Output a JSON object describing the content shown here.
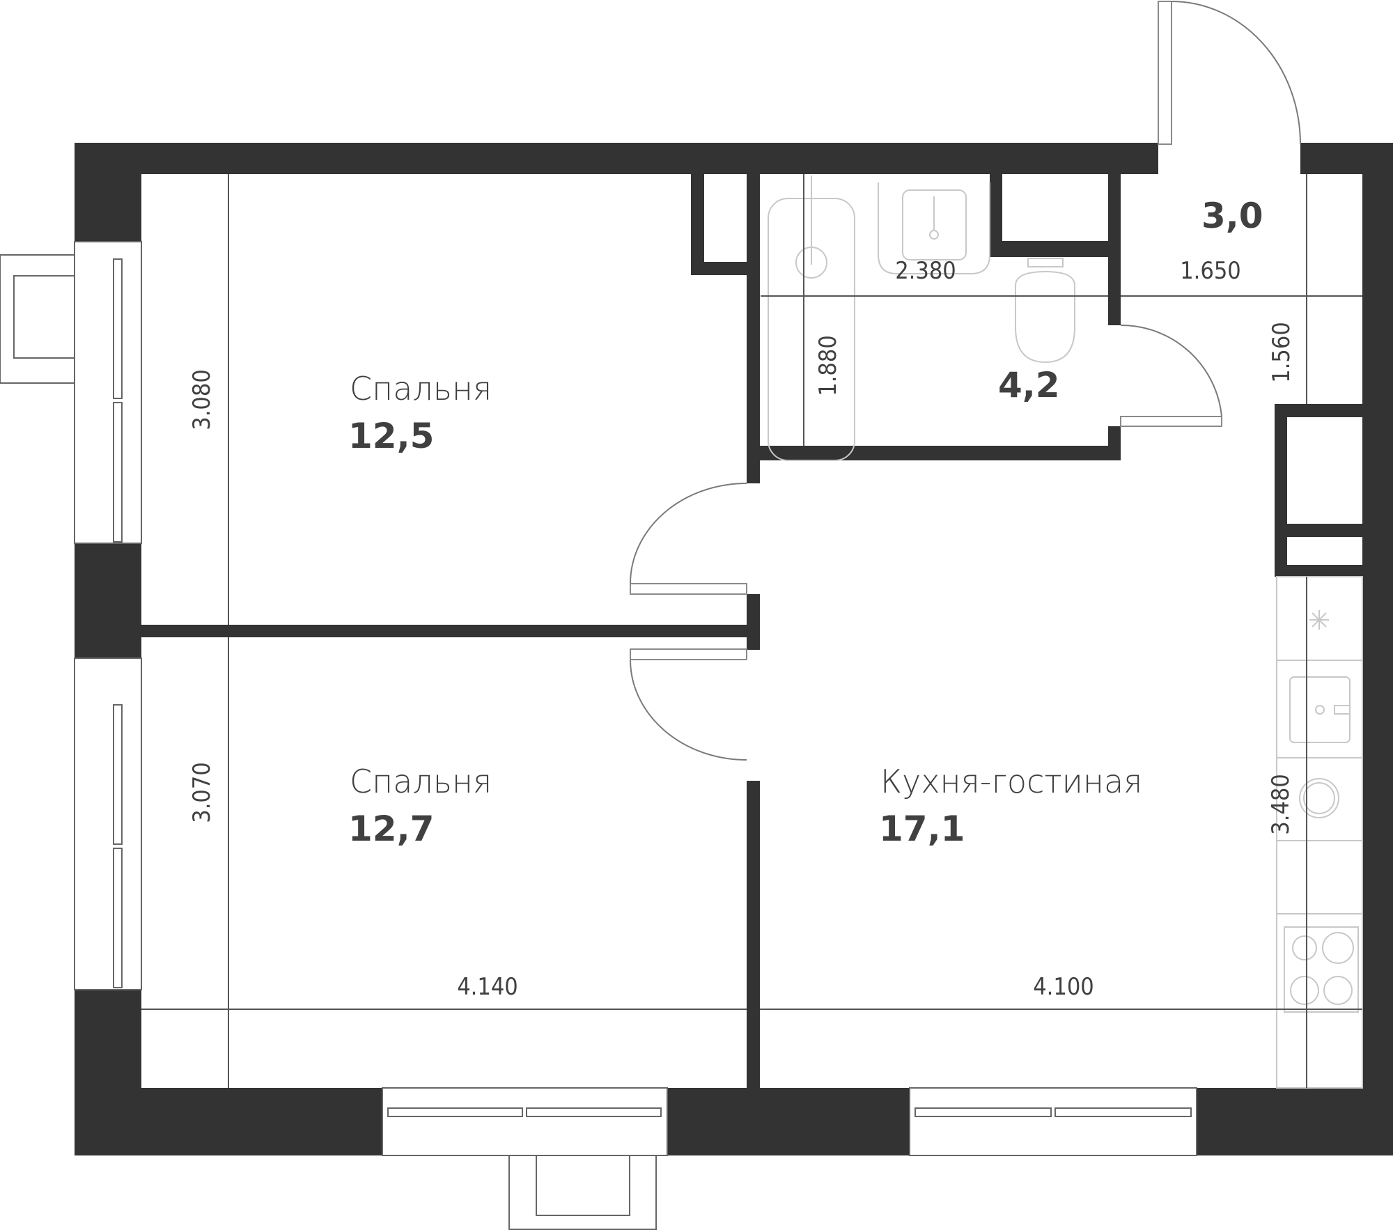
{
  "plan": {
    "wall_color": "#333333",
    "rooms": [
      {
        "id": "bedroom-1",
        "name": "Спальня",
        "area": "12,5"
      },
      {
        "id": "bedroom-2",
        "name": "Спальня",
        "area": "12,7"
      },
      {
        "id": "kitchen-living",
        "name": "Кухня-гостиная",
        "area": "17,1"
      },
      {
        "id": "bathroom",
        "name": "",
        "area": "4,2"
      },
      {
        "id": "hallway",
        "name": "",
        "area": "3,0"
      }
    ],
    "dimensions": {
      "bedroom1_height": "3.080",
      "bedroom2_height": "3.070",
      "bedrooms_width": "4.140",
      "kitchen_width": "4.100",
      "kitchen_height": "3.480",
      "bathroom_width": "2.380",
      "bathroom_height": "1.880",
      "hallway_width": "1.650",
      "hallway_height": "1.560"
    },
    "icons": {
      "bathtub": "bathtub-icon",
      "washbasin": "washbasin-icon",
      "toilet": "toilet-icon",
      "kitchen_sink": "kitchen-sink-icon",
      "hob": "hob-icon",
      "washing_machine": "washing-machine-icon",
      "extractor": "extractor-icon",
      "ac_unit": "ac-unit-icon"
    }
  }
}
